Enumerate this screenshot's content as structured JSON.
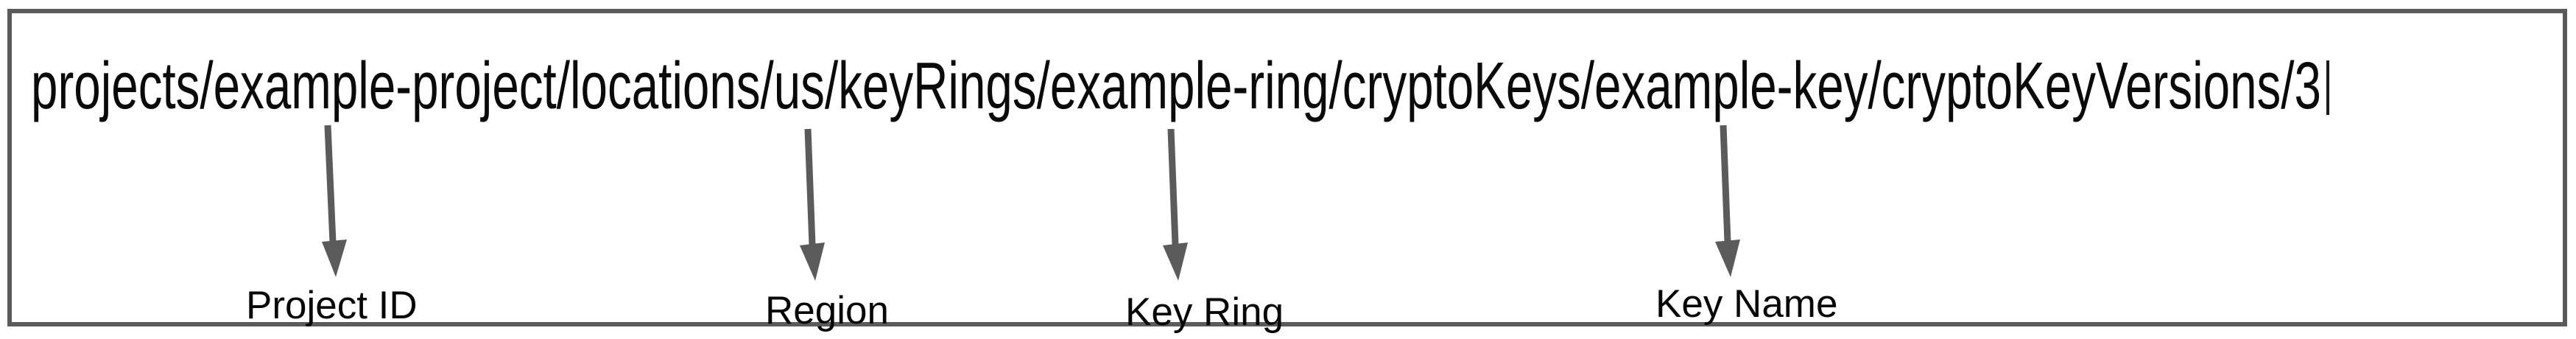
{
  "diagram": {
    "resource_path": "projects/example-project/locations/us/keyRings/example-ring/cryptoKeys/example-key/cryptoKeyVersions/3",
    "path_segments": {
      "collection_1": "projects",
      "project_id": "example-project",
      "collection_2": "locations",
      "region": "us",
      "collection_3": "keyRings",
      "key_ring": "example-ring",
      "collection_4": "cryptoKeys",
      "key_name": "example-key",
      "collection_5": "cryptoKeyVersions",
      "version": "3"
    },
    "annotations": [
      {
        "label": "Project ID",
        "points_to": "example-project"
      },
      {
        "label": "Region",
        "points_to": "us"
      },
      {
        "label": "Key Ring",
        "points_to": "example-ring"
      },
      {
        "label": "Key Name",
        "points_to": "example-key"
      }
    ],
    "colors": {
      "border": "#5b5b5b",
      "arrow": "#5b5b5b",
      "text": "#0a0a0a",
      "background": "#ffffff"
    }
  }
}
